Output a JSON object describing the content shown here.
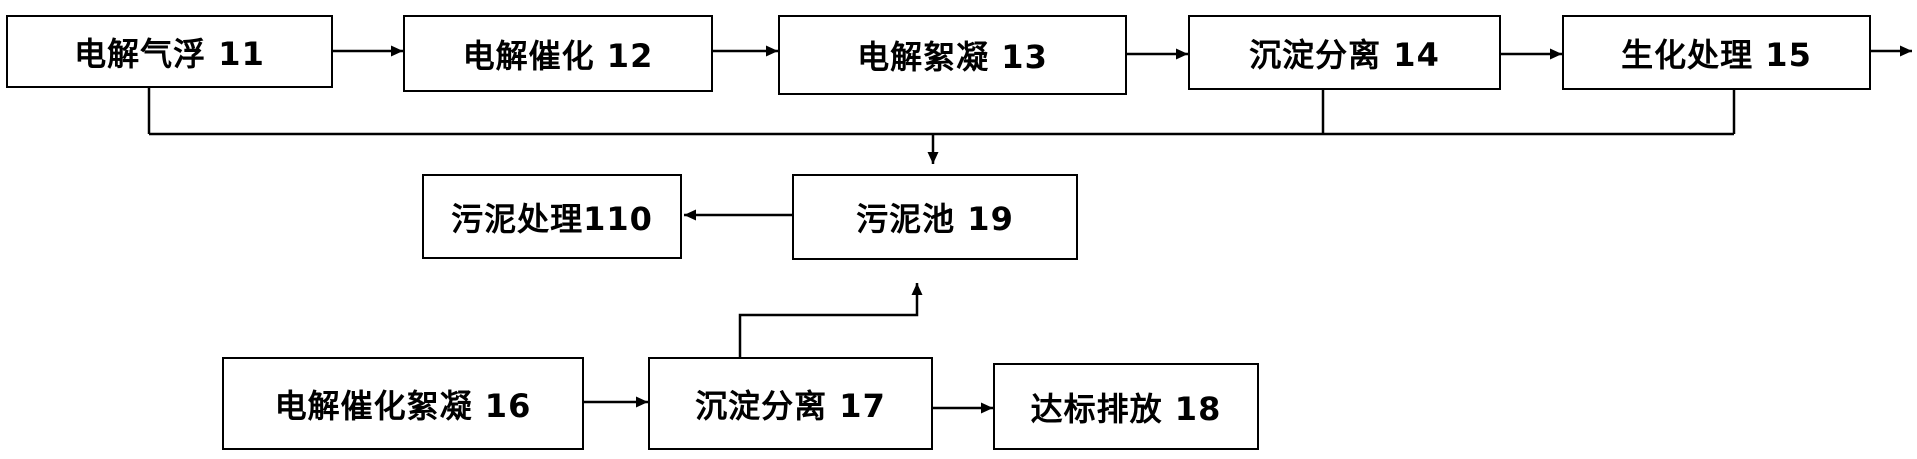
{
  "flowchart": {
    "nodes": [
      {
        "label": "电解气浮 11"
      },
      {
        "label": "电解催化 12"
      },
      {
        "label": "电解絮凝 13"
      },
      {
        "label": "沉淀分离 14"
      },
      {
        "label": "生化处理 15"
      },
      {
        "label": "电解催化絮凝 16"
      },
      {
        "label": "沉淀分离 17"
      },
      {
        "label": "达标排放 18"
      },
      {
        "label": "污泥池 19"
      },
      {
        "label": "污泥处理110"
      }
    ]
  },
  "colors": {
    "stroke": "#000000",
    "background": "#ffffff"
  }
}
